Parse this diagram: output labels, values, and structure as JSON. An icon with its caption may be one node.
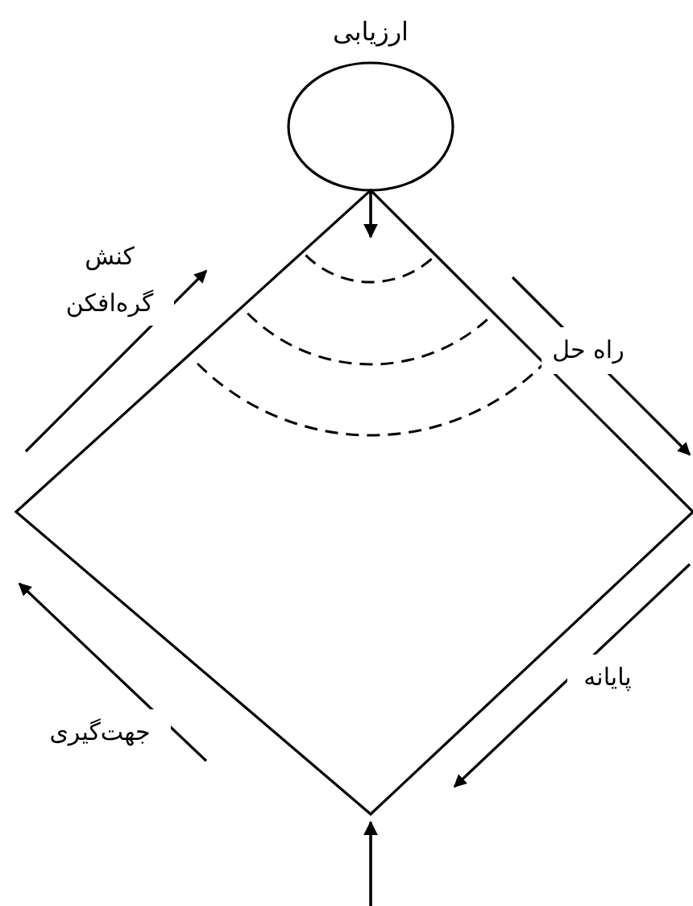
{
  "diagram": {
    "nodes": [
      {
        "text": [
          "ارزیابی"
        ]
      },
      {
        "text": [],
        "shape": "diamond"
      }
    ],
    "edges": [
      {
        "from": 0,
        "to": 1,
        "arrow": "to"
      },
      {
        "from": null,
        "to": 1,
        "arrow": "to"
      }
    ],
    "labels": [
      "کنش گره‌افکن",
      "راه حل",
      "پایانه",
      "جهت‌گیری"
    ]
  }
}
